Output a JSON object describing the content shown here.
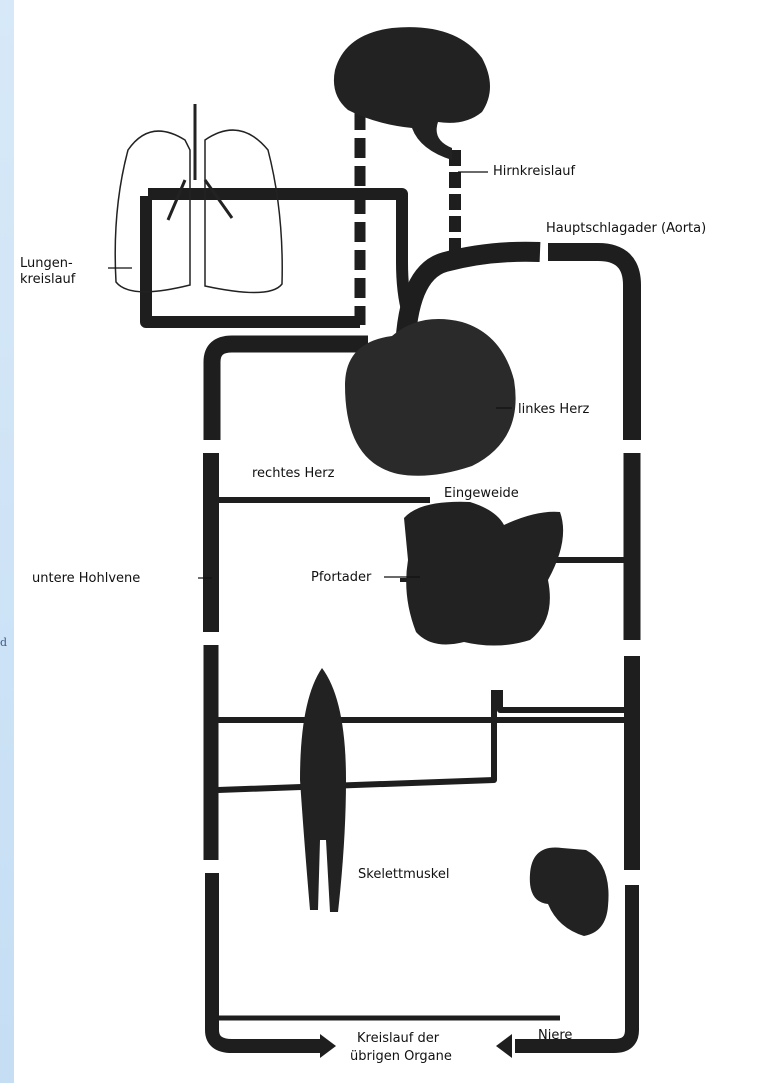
{
  "labels": {
    "brain_circulation": "Hirnkreislauf",
    "aorta": "Hauptschlagader (Aorta)",
    "lung_circulation_1": "Lungen-",
    "lung_circulation_2": "kreislauf",
    "left_heart": "linkes Herz",
    "right_heart": "rechtes Herz",
    "viscera": "Eingeweide",
    "portal_vein": "Pfortader",
    "inferior_vena_cava": "untere Hohlvene",
    "skeletal_muscle": "Skelettmuskel",
    "kidney": "Niere",
    "other_organs_1": "Kreislauf der",
    "other_organs_2": "übrigen Organe"
  },
  "colors": {
    "vessel": "#1e1e1e",
    "organ": "#222222",
    "background": "#ffffff",
    "left_strip": "#cfe4f6"
  }
}
